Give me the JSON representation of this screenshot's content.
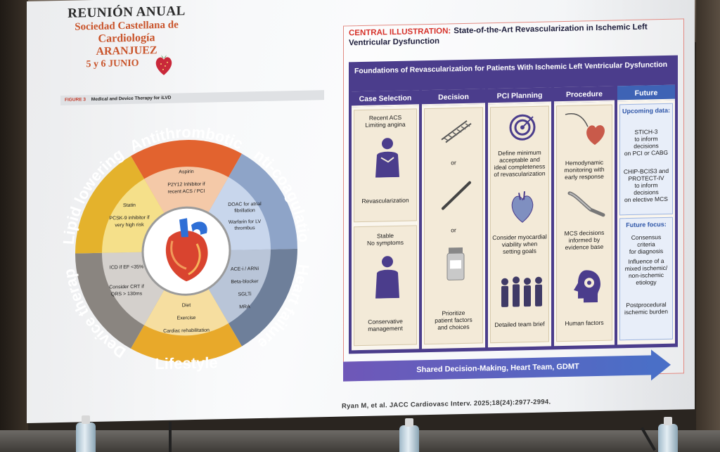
{
  "logo": {
    "line1": "REUNIÓN ANUAL",
    "line2": "Sociedad Castellana de",
    "line3": "Cardiología",
    "line4": "ARANJUEZ",
    "line5": "5 y 6 JUNIO"
  },
  "figure": {
    "label": "FIGURE 3",
    "title": "Medical and Device Therapy for iLVD",
    "segments": {
      "antithrombotic": {
        "ring": "Antithrombotic",
        "items": [
          "Aspirin",
          "P2Y12 Inhibitor if",
          "recent ACS / PCI"
        ]
      },
      "anticoagulation": {
        "ring": "Anti-coagulation",
        "items": [
          "DOAC for atrial",
          "fibrillation",
          "Warfarin for LV",
          "thrombus"
        ]
      },
      "heart_failure": {
        "ring": "Heart failure",
        "items": [
          "ACE-i / ARNi",
          "Beta-blocker",
          "SGLTi",
          "MRA"
        ]
      },
      "lifestyle": {
        "ring": "Lifestyle",
        "items": [
          "Diet",
          "Exercise",
          "Cardiac rehabilitation"
        ]
      },
      "device_therapy": {
        "ring": "Device therapy",
        "items": [
          "ICD if EF <35%",
          "Consider CRT if",
          "QRS > 130ms"
        ]
      },
      "lipid_lowering": {
        "ring": "Lipid lowering",
        "items": [
          "Statin",
          "PCSK-9 inhibitor if",
          "very high risk"
        ]
      }
    },
    "colors": {
      "antithrombotic": "#e2632f",
      "anticoagulation": "#8ea4c8",
      "heart_failure": "#6e7f9a",
      "lifestyle": "#e8a92a",
      "device_therapy": "#8a8580",
      "lipid_lowering": "#e4b22c"
    }
  },
  "central": {
    "title_red": "CENTRAL ILLUSTRATION:",
    "title_rest": "State-of-the-Art Revascularization in Ischemic Left Ventricular Dysfunction",
    "panel_header": "Foundations of Revascularization for Patients With Ischemic Left Ventricular Dysfunction",
    "columns": {
      "case_selection": {
        "head": "Case Selection",
        "top": "Recent ACS\nLimiting angina",
        "top_result": "Revascularization",
        "bottom": "Stable\nNo symptoms",
        "bottom_result": "Conservative\nmanagement"
      },
      "decision": {
        "head": "Decision",
        "or1": "or",
        "or2": "or",
        "bottom": "Prioritize\npatient factors\nand choices"
      },
      "pci_planning": {
        "head": "PCI Planning",
        "t1": "Define minimum\nacceptable and\nideal completeness\nof revascularization",
        "t2": "Consider myocardial\nviability when\nsetting goals",
        "t3": "Detailed team brief"
      },
      "procedure": {
        "head": "Procedure",
        "t1": "Hemodynamic\nmonitoring with\nearly response",
        "t2": "MCS decisions\ninformed by\nevidence base",
        "t3": "Human factors"
      },
      "future": {
        "head": "Future",
        "upcoming": "Upcoming data:",
        "u1": "STICH-3\nto inform decisions\non PCI or CABG",
        "u2": "CHIP-BCIS3 and\nPROTECT-IV\nto inform decisions\non elective MCS",
        "focus": "Future focus:",
        "f1": "Consensus criteria\nfor diagnosis",
        "f2": "Influence of a\nmixed ischemic/\nnon-ischemic\netiology",
        "f3": "Postprocedural\nischemic burden"
      }
    },
    "arrow": "Shared Decision-Making, Heart Team, GDMT"
  },
  "citation": "Ryan M, et al. JACC Cardiovasc Interv. 2025;18(24):2977-2994."
}
